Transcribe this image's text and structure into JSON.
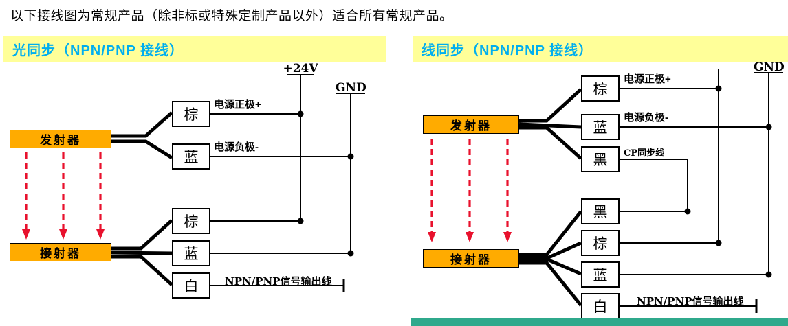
{
  "page": {
    "top_note": "以下接线图为常规产品（除非标或特殊定制产品以外）适合所有常规产品。"
  },
  "colors": {
    "header_bg": "#FFFF99",
    "header_text": "#00AEEF",
    "device_box": "#FFAB00",
    "wire": "#000000",
    "beam_arrow": "#E8112D",
    "bottom_bar": "#2FA98C"
  },
  "left_panel": {
    "title": "光同步（NPN/PNP 接线）",
    "power_rails": {
      "positive": "+24V",
      "ground": "GND"
    },
    "transmitter_label": "发射器",
    "receiver_label": "接射器",
    "transmitter_wires": [
      {
        "color": "棕",
        "label": "电源正极+"
      },
      {
        "color": "蓝",
        "label": "电源负极-"
      }
    ],
    "receiver_wires": [
      {
        "color": "棕"
      },
      {
        "color": "蓝"
      },
      {
        "color": "白",
        "label": "NPN/PNP信号输出线"
      }
    ]
  },
  "right_panel": {
    "title": "线同步（NPN/PNP 接线）",
    "power_rails": {
      "ground": "GND"
    },
    "transmitter_label": "发射器",
    "receiver_label": "接射器",
    "transmitter_wires": [
      {
        "color": "棕",
        "label": "电源正极+"
      },
      {
        "color": "蓝",
        "label": "电源负极-"
      },
      {
        "color": "黑",
        "label": "CP同步线"
      }
    ],
    "receiver_wires": [
      {
        "color": "黑"
      },
      {
        "color": "棕"
      },
      {
        "color": "蓝"
      },
      {
        "color": "白",
        "label": "NPN/PNP信号输出线"
      }
    ]
  }
}
